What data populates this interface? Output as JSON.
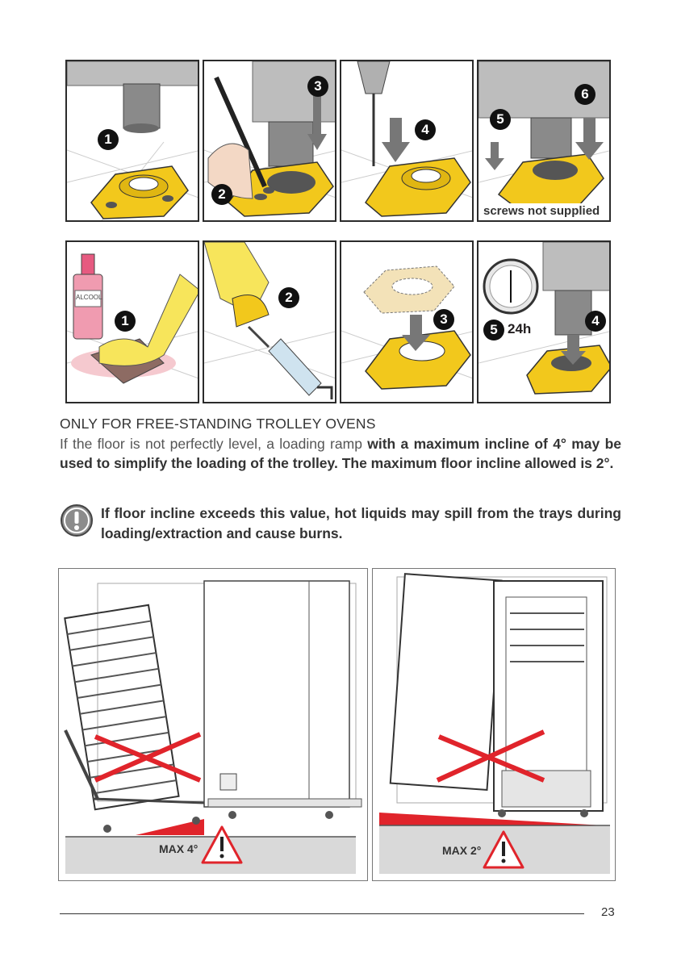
{
  "steps_row1": {
    "panel1": {
      "badges": [
        "1"
      ]
    },
    "panel2": {
      "badges": [
        "2",
        "3"
      ]
    },
    "panel3": {
      "badges": [
        "4"
      ]
    },
    "panel4": {
      "badges": [
        "5",
        "6"
      ],
      "caption": "screws not supplied"
    }
  },
  "steps_row2": {
    "panel1": {
      "badges": [
        "1"
      ],
      "bottle_label": "ALCOOL"
    },
    "panel2": {
      "badges": [
        "2"
      ]
    },
    "panel3": {
      "badges": [
        "3"
      ]
    },
    "panel4": {
      "badges": [
        "5",
        "4"
      ],
      "time_label": "24h"
    }
  },
  "section": {
    "title": "ONLY FOR FREE-STANDING TROLLEY OVENS",
    "body_plain": "If the floor is not perfectly level, a loading ramp ",
    "body_bold": "with a maximum incline of 4° may be used to simplify the loading of the trolley. The maximum floor incline allowed is 2°."
  },
  "warning": {
    "icon": "exclamation-circle-icon",
    "text": "If floor incline exceeds this value, hot liquids may spill from the trays during loading/extraction and cause burns."
  },
  "diagrams": {
    "left": {
      "max_label": "MAX 4°"
    },
    "right": {
      "max_label": "MAX 2°"
    }
  },
  "footer": {
    "page_number": "23"
  },
  "colors": {
    "yellow": "#f2c81c",
    "red": "#e0242b",
    "floor": "#d9d9d9",
    "gray_line": "#9a9a9a"
  }
}
